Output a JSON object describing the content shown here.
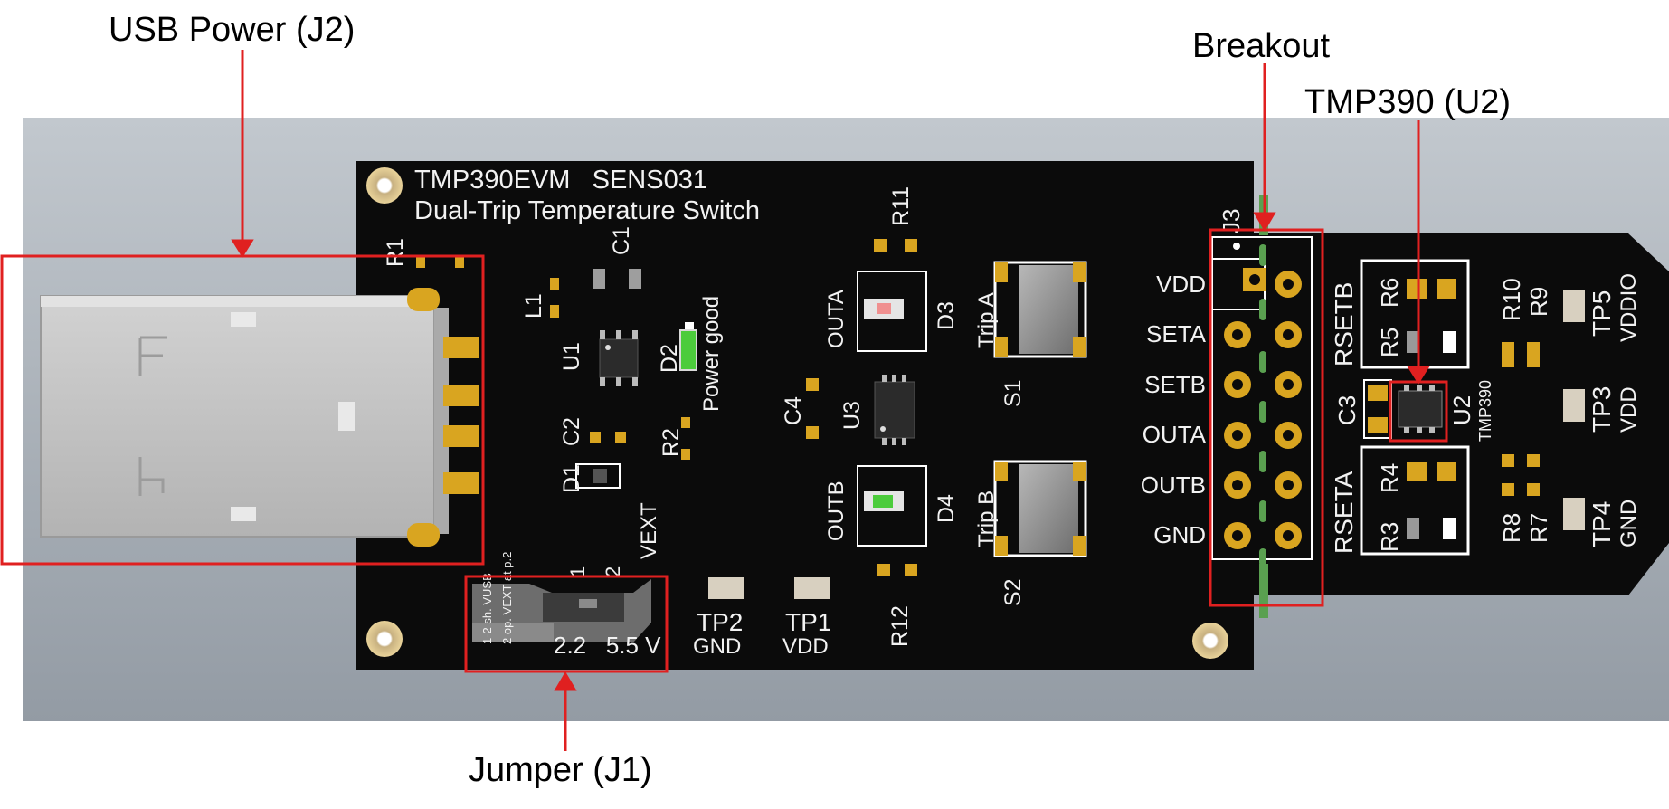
{
  "callouts": {
    "usb_power": "USB Power (J2)",
    "breakout": "Breakout",
    "tmp390": "TMP390 (U2)",
    "jumper": "Jumper (J1)"
  },
  "silkscreen": {
    "title": "TMP390EVM   SENS031",
    "subtitle": "Dual-Trip Temperature Switch",
    "power_good": "Power good",
    "r1": "R1",
    "l1": "L1",
    "c1": "C1",
    "u1": "U1",
    "d2": "D2",
    "r2": "R2",
    "d1": "D1",
    "c2": "C2",
    "r11": "R11",
    "c4": "C4",
    "u3": "U3",
    "r12": "R12",
    "outa": "OUTA",
    "d3": "D3",
    "outb": "OUTB",
    "d4": "D4",
    "trip_a": "Trip A",
    "trip_b": "Trip B",
    "s1": "S1",
    "s2": "S2",
    "tp2": "TP2",
    "gnd": "GND",
    "tp1": "TP1",
    "vdd": "VDD",
    "jumper_v": "2.2   5.5 V",
    "vext": "VEXT",
    "j1_1": "1",
    "j1_2": "2",
    "jumper_note1": "1-2 sh. VUSB",
    "jumper_note2": "2 op. VEXT at p.2",
    "j3": "J3",
    "j3_pins": [
      "VDD",
      "SETA",
      "SETB",
      "OUTA",
      "OUTB",
      "GND"
    ],
    "rsetb": "RSETB",
    "rseta": "RSETA",
    "r6": "R6",
    "r5": "R5",
    "r4": "R4",
    "r3": "R3",
    "c3": "C3",
    "u2": "U2",
    "tmp390_chip": "TMP390",
    "r10": "R10",
    "r9": "R9",
    "r8": "R8",
    "r7": "R7",
    "tp5": "TP5",
    "vddio": "VDDIO",
    "tp3": "TP3",
    "tp3_label": "VDD",
    "tp4": "TP4",
    "tp4_label": "GND"
  },
  "colors": {
    "background_band": "#a3abb3",
    "pcb": "#0b0b0b",
    "silk": "#f2f2f2",
    "gold": "#d9a520",
    "callout_red": "#e02020",
    "led_green": "#4ccc3c"
  }
}
